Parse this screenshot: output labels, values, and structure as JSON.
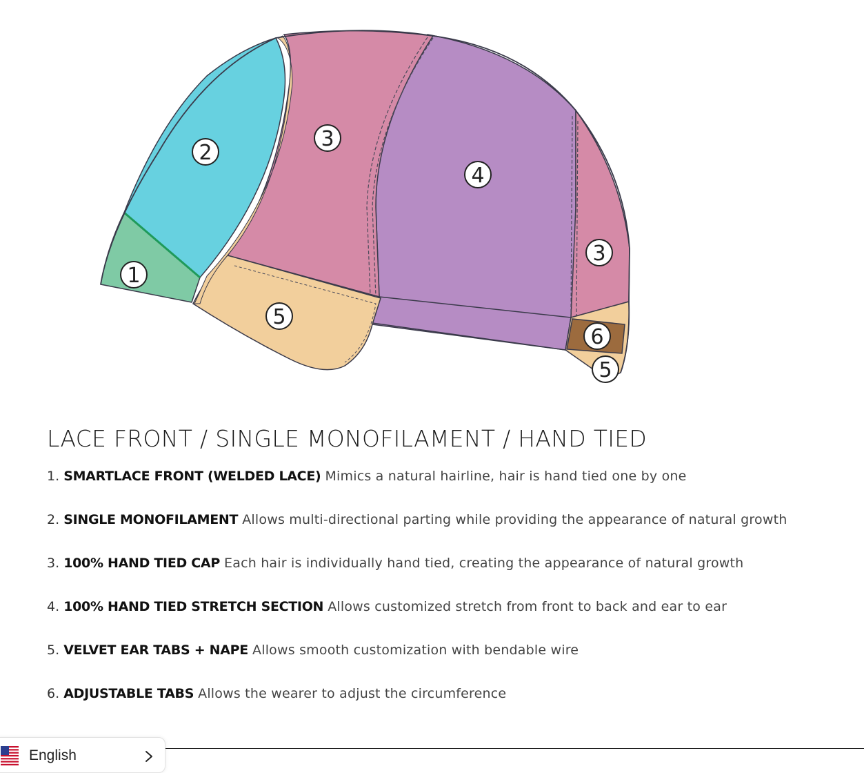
{
  "diagram": {
    "callouts": [
      "1",
      "2",
      "3",
      "3",
      "4",
      "5",
      "5",
      "6"
    ],
    "colors": {
      "lace_front": "#7fcaa5",
      "monofilament": "#67d1e0",
      "hand_tied": "#d58aa7",
      "stretch": "#b68cc4",
      "ear_tabs": "#f2cf9c",
      "adjustable_tabs": "#9c6b3e"
    }
  },
  "title": "LACE FRONT / SINGLE MONOFILAMENT / HAND TIED",
  "features": [
    {
      "num": "1.",
      "name": "SMARTLACE FRONT (WELDED LACE)",
      "desc": "Mimics a natural hairline, hair is hand tied one by one"
    },
    {
      "num": "2.",
      "name": "SINGLE MONOFILAMENT",
      "desc": "Allows multi-directional parting while providing the appearance of natural growth"
    },
    {
      "num": "3.",
      "name": "100% HAND TIED CAP",
      "desc": "Each hair is individually hand tied, creating the appearance of natural growth"
    },
    {
      "num": "4.",
      "name": "100% HAND TIED STRETCH SECTION",
      "desc": "Allows customized stretch from front to back and ear to ear"
    },
    {
      "num": "5.",
      "name": "VELVET EAR TABS + NAPE",
      "desc": "Allows smooth customization with bendable wire"
    },
    {
      "num": "6.",
      "name": "ADJUSTABLE TABS",
      "desc": "Allows the wearer to adjust the circumference"
    }
  ],
  "language": {
    "label": "English",
    "flag_icon": "us-flag-icon",
    "chevron_icon": "chevron-right-icon"
  }
}
